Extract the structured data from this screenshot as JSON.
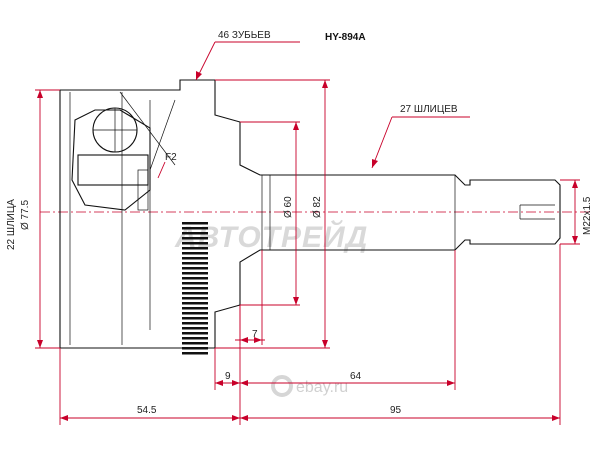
{
  "title": "HY-894A",
  "callouts": {
    "teeth": "46 ЗУБЬЕВ",
    "splines_outer": "27 ШЛИЦЕВ",
    "splines_inner": "22 ШЛИЦА",
    "diam_outer": "Ø 77.5",
    "diam_60": "Ø 60",
    "diam_82": "Ø 82",
    "thread": "M22x1.5",
    "f2": "F2"
  },
  "dimensions": {
    "d7": "7",
    "d9": "9",
    "d64": "64",
    "d54_5": "54.5",
    "d95": "95"
  },
  "watermark": {
    "brand": "АВТОТРЕЙД",
    "site": "ebay.ru"
  },
  "colors": {
    "dimension": "#c8002a",
    "outline": "#111111",
    "watermark": "#d9d9d9"
  }
}
